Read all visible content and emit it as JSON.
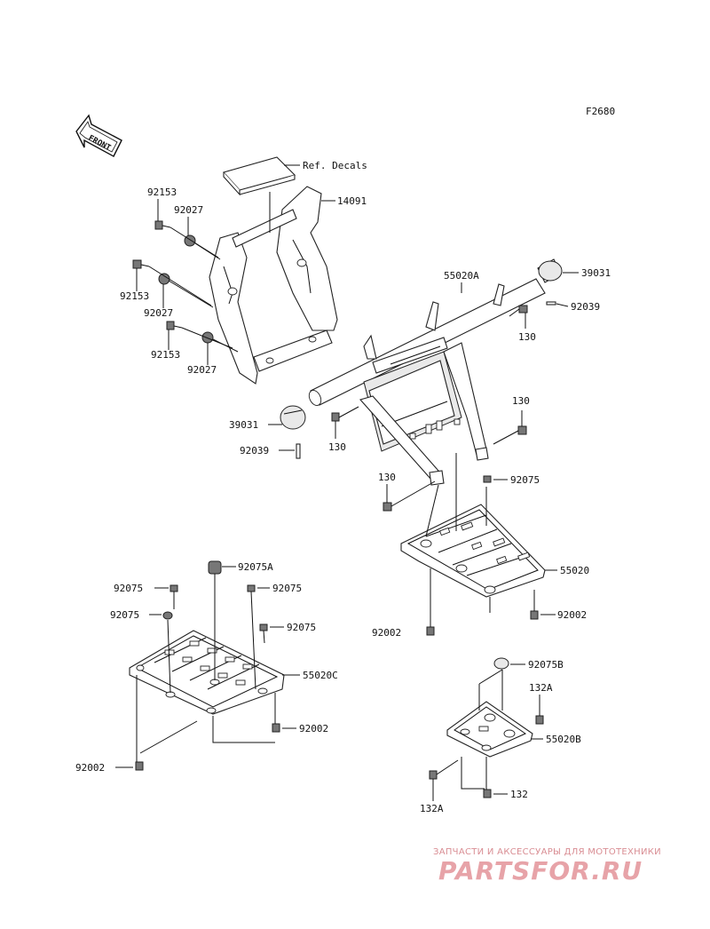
{
  "diagram_code": "F2680",
  "front_label": "FRONT",
  "labels": {
    "ref_decals": "Ref. Decals",
    "p14091": "14091",
    "p92153_a": "92153",
    "p92027_a": "92027",
    "p92153_b": "92153",
    "p92027_b": "92027",
    "p92153_c": "92153",
    "p92027_c": "92027",
    "p55020A": "55020A",
    "p39031_a": "39031",
    "p92039_a": "92039",
    "p130_a": "130",
    "p39031_b": "39031",
    "p130_b": "130",
    "p92039_b": "92039",
    "p130_c": "130",
    "p130_d": "130",
    "p92075_a": "92075",
    "p55020": "55020",
    "p92002_a": "92002",
    "p92002_b": "92002",
    "p92075A": "92075A",
    "p92075_b": "92075",
    "p92075_c": "92075",
    "p92075_d": "92075",
    "p92075_e": "92075",
    "p55020C": "55020C",
    "p92002_c": "92002",
    "p92002_d": "92002",
    "p92075B": "92075B",
    "p132A_a": "132A",
    "p55020B": "55020B",
    "p132A_b": "132A",
    "p132": "132"
  },
  "watermark": {
    "tagline": "ЗАПЧАСТИ И АКСЕССУАРЫ ДЛЯ МОТОТЕХНИКИ",
    "logo": "PARTSFOR.RU",
    "color": "#e7a3a8"
  }
}
